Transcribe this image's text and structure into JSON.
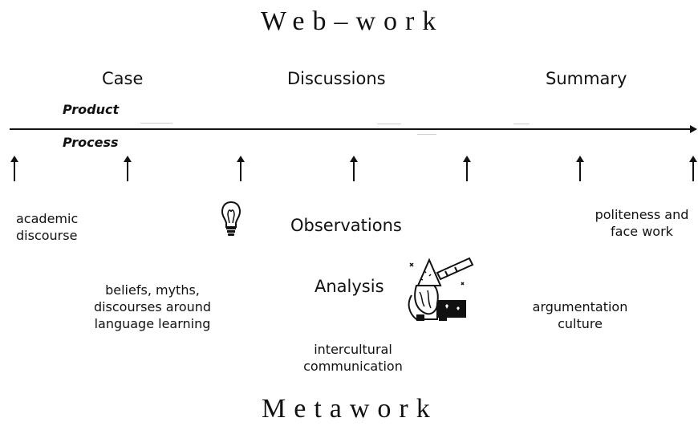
{
  "title_top": "Web–work",
  "title_bottom": "Metawork",
  "phases": [
    "Case",
    "Discussions",
    "Summary"
  ],
  "labels": {
    "product": "Product",
    "process": "Process"
  },
  "topics": {
    "academic_discourse": [
      "academic",
      "discourse"
    ],
    "beliefs": [
      "beliefs, myths,",
      "discourses around",
      "language learning"
    ],
    "observations": "Observations",
    "analysis": "Analysis",
    "intercultural": [
      "intercultural",
      "communication"
    ],
    "politeness": [
      "politeness and",
      "face work"
    ],
    "argumentation": [
      "argumentation",
      "culture"
    ]
  },
  "icons": [
    "lightbulb-icon",
    "wizard-telescope-icon"
  ]
}
